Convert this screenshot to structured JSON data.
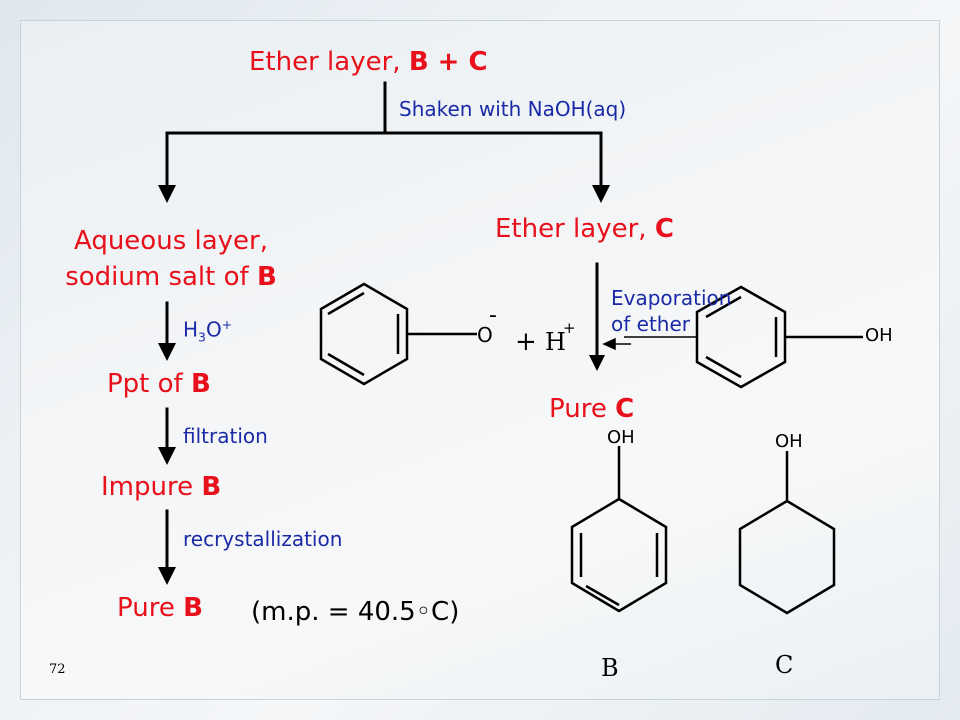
{
  "flow": {
    "top": {
      "prefix": "Ether layer, ",
      "bold": "B + C"
    },
    "step_naoh": "Shaken with NaOH(aq)",
    "aqueous_line1": "Aqueous layer,",
    "aqueous_line2_prefix": "sodium salt of ",
    "aqueous_line2_bold": "B",
    "ether_c": {
      "prefix": "Ether layer, ",
      "bold": "C"
    },
    "evaporation_line1": "Evaporation",
    "evaporation_line2": "of ether",
    "h3o": {
      "base": "H",
      "sub": "3",
      "o": "O",
      "sup": "+"
    },
    "ppt": {
      "prefix": "Ppt of ",
      "bold": "B"
    },
    "filtration": "filtration",
    "impure": {
      "prefix": "Impure ",
      "bold": "B"
    },
    "recrystallization": "recrystallization",
    "pure_b": {
      "prefix": "Pure ",
      "bold": "B"
    },
    "mp": "(m.p. = 40.5◦C)",
    "pure_c": {
      "prefix": "Pure ",
      "bold": "C"
    }
  },
  "structures": {
    "phenoxide_o": "O",
    "phenoxide_charge": "-",
    "plus": "+",
    "proton": "H",
    "proton_charge": "+",
    "phenol_oh_right": "OH",
    "phenol_b_oh": "OH",
    "cyclohexanol_oh": "OH",
    "label_b": "B",
    "label_c": "C"
  },
  "slide_number": "72",
  "colors": {
    "heading": "#e8101a",
    "step": "#1a2aa6",
    "line": "#000000"
  }
}
